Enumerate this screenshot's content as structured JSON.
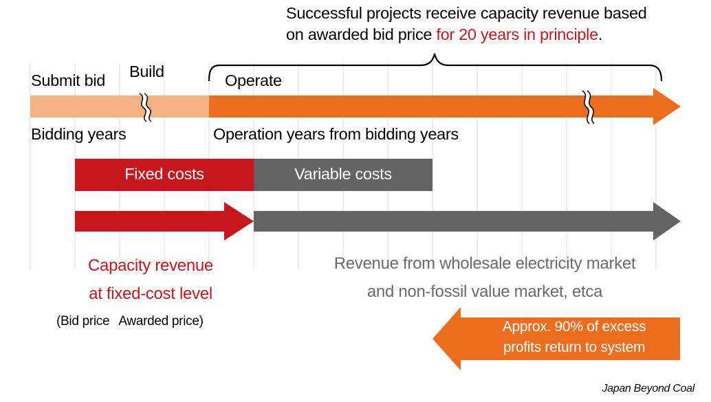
{
  "note": {
    "line1": "Successful projects receive capacity revenue based",
    "line2_prefix": "on awarded bid price ",
    "line2_highlight": "for 20 years in principle",
    "line2_suffix": "."
  },
  "timeline": {
    "submit_bid": "Submit bid",
    "build": "Build",
    "operate": "Operate",
    "bidding_years": "Bidding years",
    "operation_years": "Operation years from bidding years"
  },
  "costs": {
    "fixed": "Fixed costs",
    "variable": "Variable costs"
  },
  "revenue": {
    "capacity_line1": "Capacity revenue",
    "capacity_line2": "at fixed-cost level",
    "bid_note": "(Bid price  Awarded price)",
    "market_line1": "Revenue from wholesale electricity market",
    "market_line2": "and non-fossil value market, etca"
  },
  "return_arrow": {
    "line1": "Approx. 90% of excess",
    "line2": "profits return to system"
  },
  "credit": "Japan Beyond Coal",
  "colors": {
    "light_orange": "#f4b183",
    "orange": "#ed6d1f",
    "red": "#c8161d",
    "dark_gray": "#646464",
    "grid": "#d9d9d9"
  }
}
